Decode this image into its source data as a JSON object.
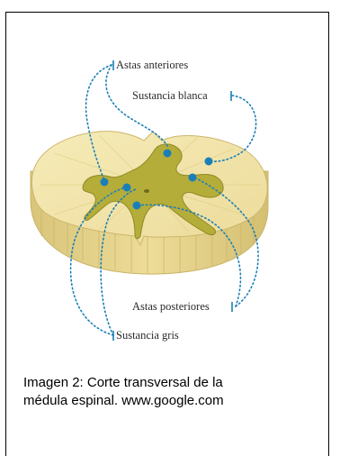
{
  "labels": {
    "astas_anteriores": "Astas anteriores",
    "sustancia_blanca": "Sustancia blanca",
    "astas_posteriores": "Astas posteriores",
    "sustancia_gris": "Sustancia gris"
  },
  "caption": {
    "line1": "Imagen 2: Corte transversal de la",
    "line2": "médula espinal.  www.google.com"
  },
  "colors": {
    "pointer": "#1a7fb8",
    "white_matter": "#f2e4a6",
    "gray_matter": "#b5ad3a"
  }
}
